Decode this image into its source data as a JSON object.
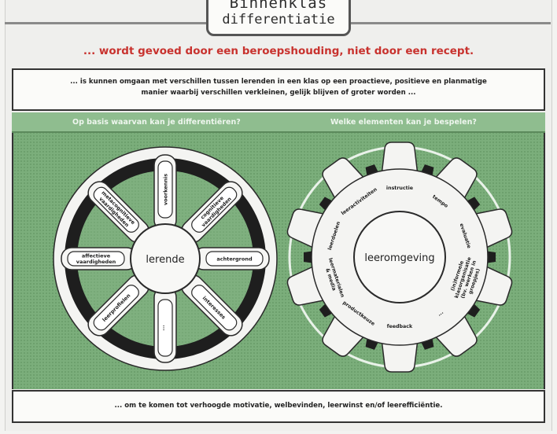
{
  "title": {
    "top": "Binnenklas",
    "main": "differentiatie"
  },
  "tagline": "... wordt gevoed door een beroepshouding, niet door een recept.",
  "intro": "... is kunnen omgaan met verschillen tussen lerenden in een klas op een proactieve, positieve en planmatige manier waarbij verschillen verkleinen, gelijk blijven of groter worden ...",
  "questions": {
    "left": "Op basis waarvan kan je differentiëren?",
    "right": "Welke elementen kan je bespelen?"
  },
  "wheel_left": {
    "center": "lerende",
    "spokes": [
      "voorkennis",
      "cognitieve vaardigheden",
      "achtergrond",
      "interesses",
      "...",
      "leerprofielen",
      "affectieve vaardigheden",
      "metacognitieve vaardigheden"
    ]
  },
  "wheel_right": {
    "center": "leeromgeving",
    "teeth": [
      "instructie",
      "tempo",
      "evaluatie",
      "(in)formele klasorganisatie (bv. werken in groepjes)",
      "...",
      "feedback",
      "productkeuze",
      "leermaterialen & media",
      "leerdoelen",
      "leeractiviteiten"
    ]
  },
  "footer": "... om te komen tot verhoogde motivatie, welbevinden, leerwinst en/of leerefficiëntie.",
  "colors": {
    "accent_red": "#c8322e",
    "panel_green": "#7bae7b",
    "wheel_dark": "#222222"
  }
}
